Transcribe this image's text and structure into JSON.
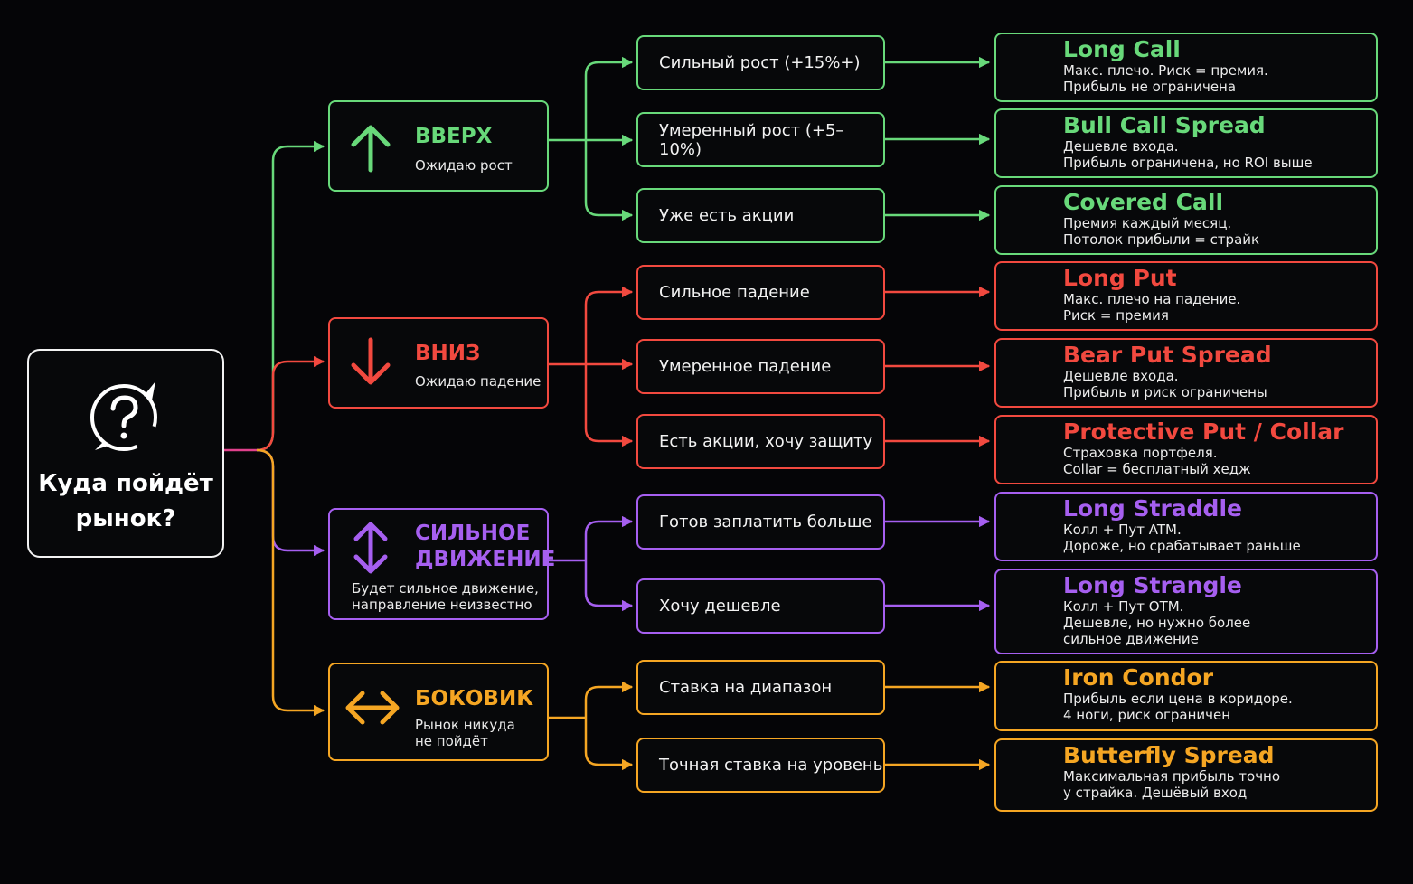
{
  "root": {
    "title": "Куда пойдёт\nрынок?",
    "icon": "question-compass-icon"
  },
  "colors": {
    "up": "#68d97a",
    "down": "#f2493f",
    "move": "#a65ff0",
    "side": "#f5a623",
    "root": "#e0418c"
  },
  "categories": [
    {
      "id": "up",
      "title": "ВВЕРХ",
      "subtitle": "Ожидаю рост",
      "icon": "arrow-up-icon"
    },
    {
      "id": "down",
      "title": "ВНИЗ",
      "subtitle": "Ожидаю падение",
      "icon": "arrow-down-icon"
    },
    {
      "id": "move",
      "title": "СИЛЬНОЕ\nДВИЖЕНИЕ",
      "subtitle": "Будет сильное движение,\nнаправление неизвестно",
      "icon": "arrow-up-down-icon"
    },
    {
      "id": "side",
      "title": "БОКОВИК",
      "subtitle": "Рынок никуда\nне пойдёт",
      "icon": "arrow-left-right-icon"
    }
  ],
  "conditions": [
    {
      "cat": "up",
      "label": "Сильный рост (+15%+)"
    },
    {
      "cat": "up",
      "label": "Умеренный рост (+5–10%)"
    },
    {
      "cat": "up",
      "label": "Уже есть акции"
    },
    {
      "cat": "down",
      "label": "Сильное падение"
    },
    {
      "cat": "down",
      "label": "Умеренное падение"
    },
    {
      "cat": "down",
      "label": "Есть акции, хочу защиту"
    },
    {
      "cat": "move",
      "label": "Готов заплатить больше"
    },
    {
      "cat": "move",
      "label": "Хочу дешевле"
    },
    {
      "cat": "side",
      "label": "Ставка на диапазон"
    },
    {
      "cat": "side",
      "label": "Точная ставка на уровень"
    }
  ],
  "strategies": [
    {
      "cat": "up",
      "title": "Long Call",
      "desc": "Макс. плечо. Риск = премия.\nПрибыль не ограничена"
    },
    {
      "cat": "up",
      "title": "Bull Call Spread",
      "desc": "Дешевле входа.\nПрибыль ограничена, но ROI выше"
    },
    {
      "cat": "up",
      "title": "Covered Call",
      "desc": "Премия каждый месяц.\nПотолок прибыли = страйк"
    },
    {
      "cat": "down",
      "title": "Long Put",
      "desc": "Макс. плечо на падение.\nРиск = премия"
    },
    {
      "cat": "down",
      "title": "Bear Put Spread",
      "desc": "Дешевле входа.\nПрибыль и риск ограничены"
    },
    {
      "cat": "down",
      "title": "Protective Put / Collar",
      "desc": "Страховка портфеля.\nCollar = бесплатный хедж"
    },
    {
      "cat": "move",
      "title": "Long Straddle",
      "desc": "Колл + Пут ATM.\nДороже, но срабатывает раньше"
    },
    {
      "cat": "move",
      "title": "Long Strangle",
      "desc": "Колл + Пут OTM.\nДешевле, но нужно более\nсильное движение"
    },
    {
      "cat": "side",
      "title": "Iron Condor",
      "desc": "Прибыль если цена в коридоре.\n4 ноги, риск ограничен"
    },
    {
      "cat": "side",
      "title": "Butterfly Spread",
      "desc": "Максимальная прибыль точно\nу страйка. Дешёвый вход"
    }
  ]
}
